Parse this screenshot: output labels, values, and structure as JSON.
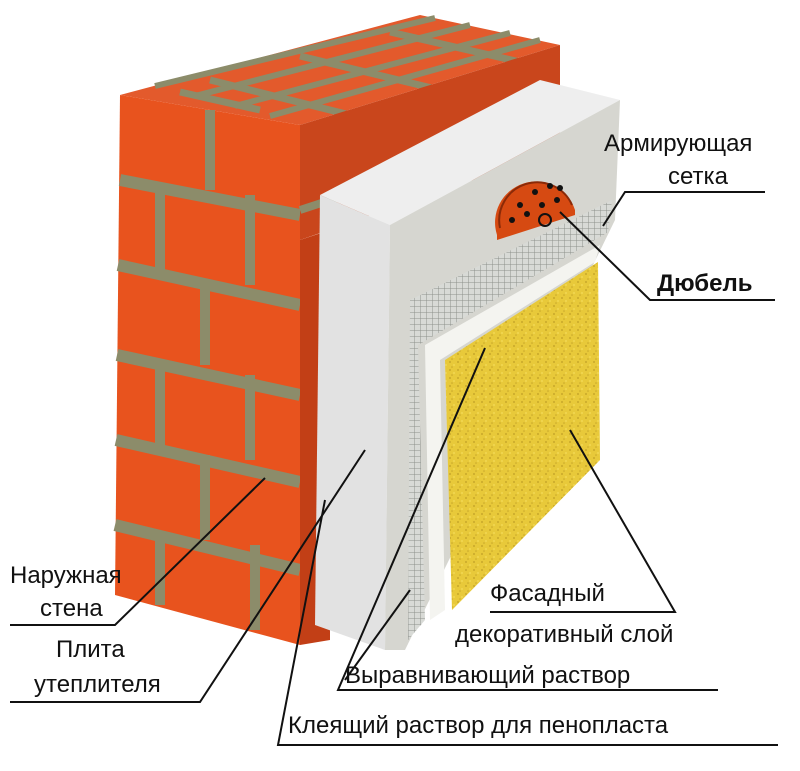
{
  "labels": {
    "mesh_line1": "Армирующая",
    "mesh_line2": "сетка",
    "dowel": "Дюбель",
    "wall_line1": "Наружная",
    "wall_line2": "стена",
    "insulation_line1": "Плита",
    "insulation_line2": "утеплителя",
    "facade_line1": "Фасадный",
    "facade_line2": "декоративный слой",
    "leveling": "Выравнивающий раствор",
    "adhesive": "Клеящий раствор для пенопласта"
  },
  "colors": {
    "brick": "#e8531e",
    "brick_top": "#e35a2c",
    "brick_side": "#c23f16",
    "mortar": "#8c8c6a",
    "insulation": "#e2e2e2",
    "mesh": "#c7c9c4",
    "plaster": "#e8c93a",
    "leader": "#111111"
  }
}
